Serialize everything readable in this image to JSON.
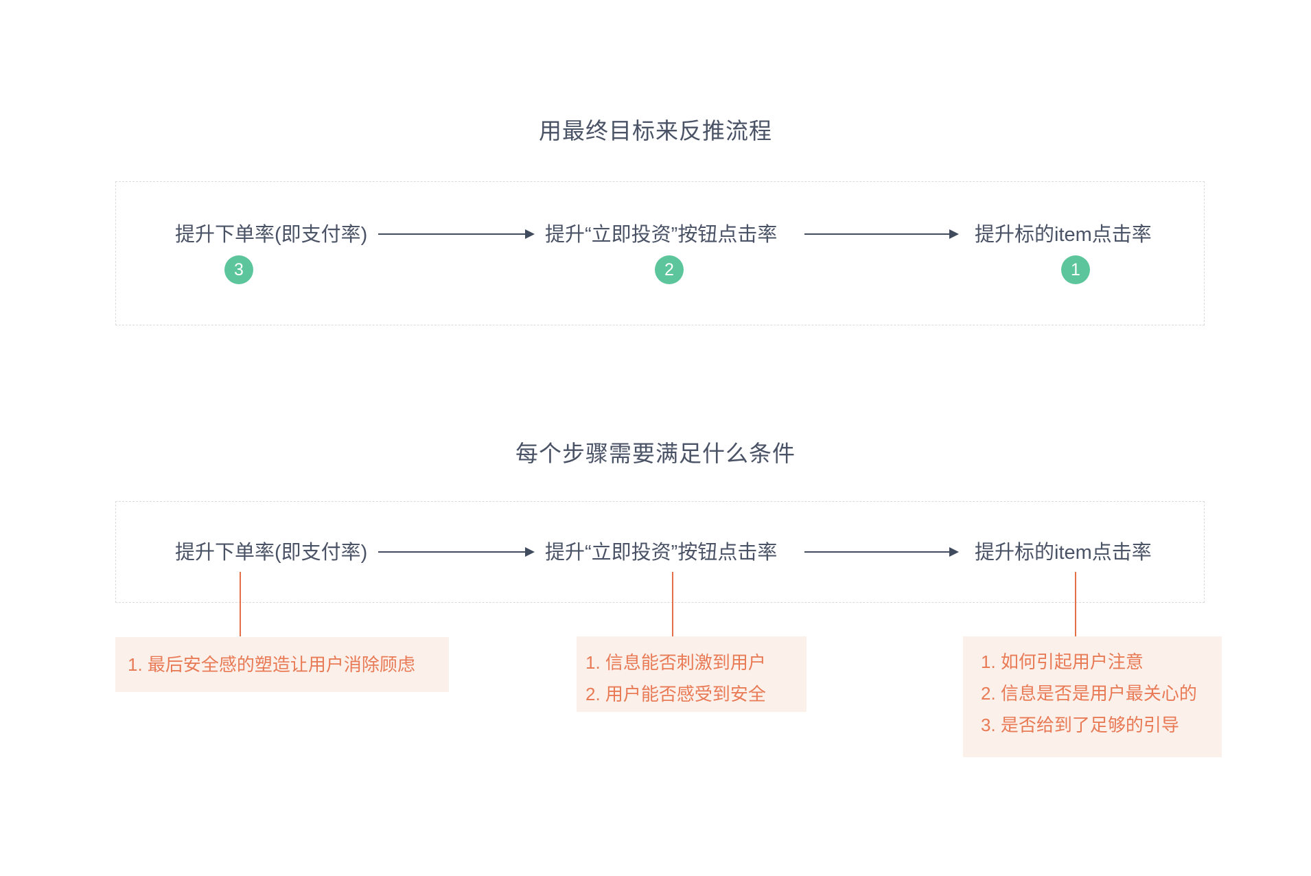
{
  "colors": {
    "dark_text": "#4a5265",
    "arrow": "#414b5e",
    "dash_border": "#d9dade",
    "badge_green": "#5cc59b",
    "connector_orange": "#e46f47",
    "note_text_orange": "#e87a55",
    "note_bg": "#fcf0eb"
  },
  "section1": {
    "title": "用最终目标来反推流程",
    "nodes": [
      {
        "label": "提升下单率(即支付率)",
        "badge": "3"
      },
      {
        "label": "提升“立即投资”按钮点击率",
        "badge": "2"
      },
      {
        "label": "提升标的item点击率",
        "badge": "1"
      }
    ]
  },
  "section2": {
    "title": "每个步骤需要满足什么条件",
    "nodes": [
      {
        "label": "提升下单率(即支付率)"
      },
      {
        "label": "提升“立即投资”按钮点击率"
      },
      {
        "label": "提升标的item点击率"
      }
    ],
    "notes": [
      {
        "lines": [
          "1. 最后安全感的塑造让用户消除顾虑"
        ]
      },
      {
        "lines": [
          "1. 信息能否刺激到用户",
          "2. 用户能否感受到安全"
        ]
      },
      {
        "lines": [
          "1. 如何引起用户注意",
          "2. 信息是否是用户最关心的",
          "3. 是否给到了足够的引导"
        ]
      }
    ]
  }
}
